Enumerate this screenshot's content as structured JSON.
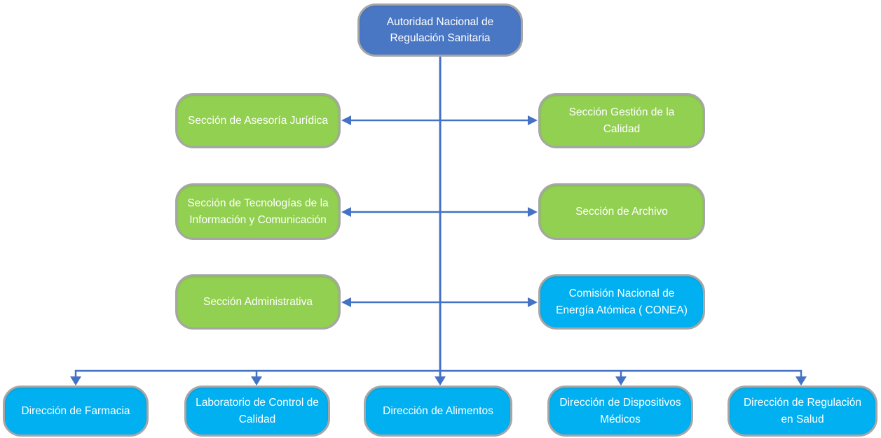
{
  "colors": {
    "root_fill": "#4A77C4",
    "section_fill": "#92D051",
    "direction_fill": "#00B0F0",
    "node_border": "#A6A6A6",
    "connector": "#4472C4",
    "text": "#FFFFFF",
    "background": "#FFFFFF"
  },
  "org_chart": {
    "root": {
      "label": "Autoridad Nacional de Regulación Sanitaria"
    },
    "left_column": [
      {
        "label": "Sección de Asesoría Jurídica"
      },
      {
        "label": "Sección de Tecnologías de la Información y Comunicación"
      },
      {
        "label": "Sección Administrativa"
      }
    ],
    "right_column": [
      {
        "label": "Sección Gestión de la Calidad"
      },
      {
        "label": "Sección de Archivo"
      },
      {
        "label": "Comisión Nacional de Energía Atómica ( CONEA)"
      }
    ],
    "bottom_row": [
      {
        "label": "Dirección de Farmacia"
      },
      {
        "label": "Laboratorio de Control de Calidad"
      },
      {
        "label": "Dirección de Alimentos"
      },
      {
        "label": "Dirección de Dispositivos Médicos"
      },
      {
        "label": "Dirección de Regulación en Salud"
      }
    ]
  }
}
